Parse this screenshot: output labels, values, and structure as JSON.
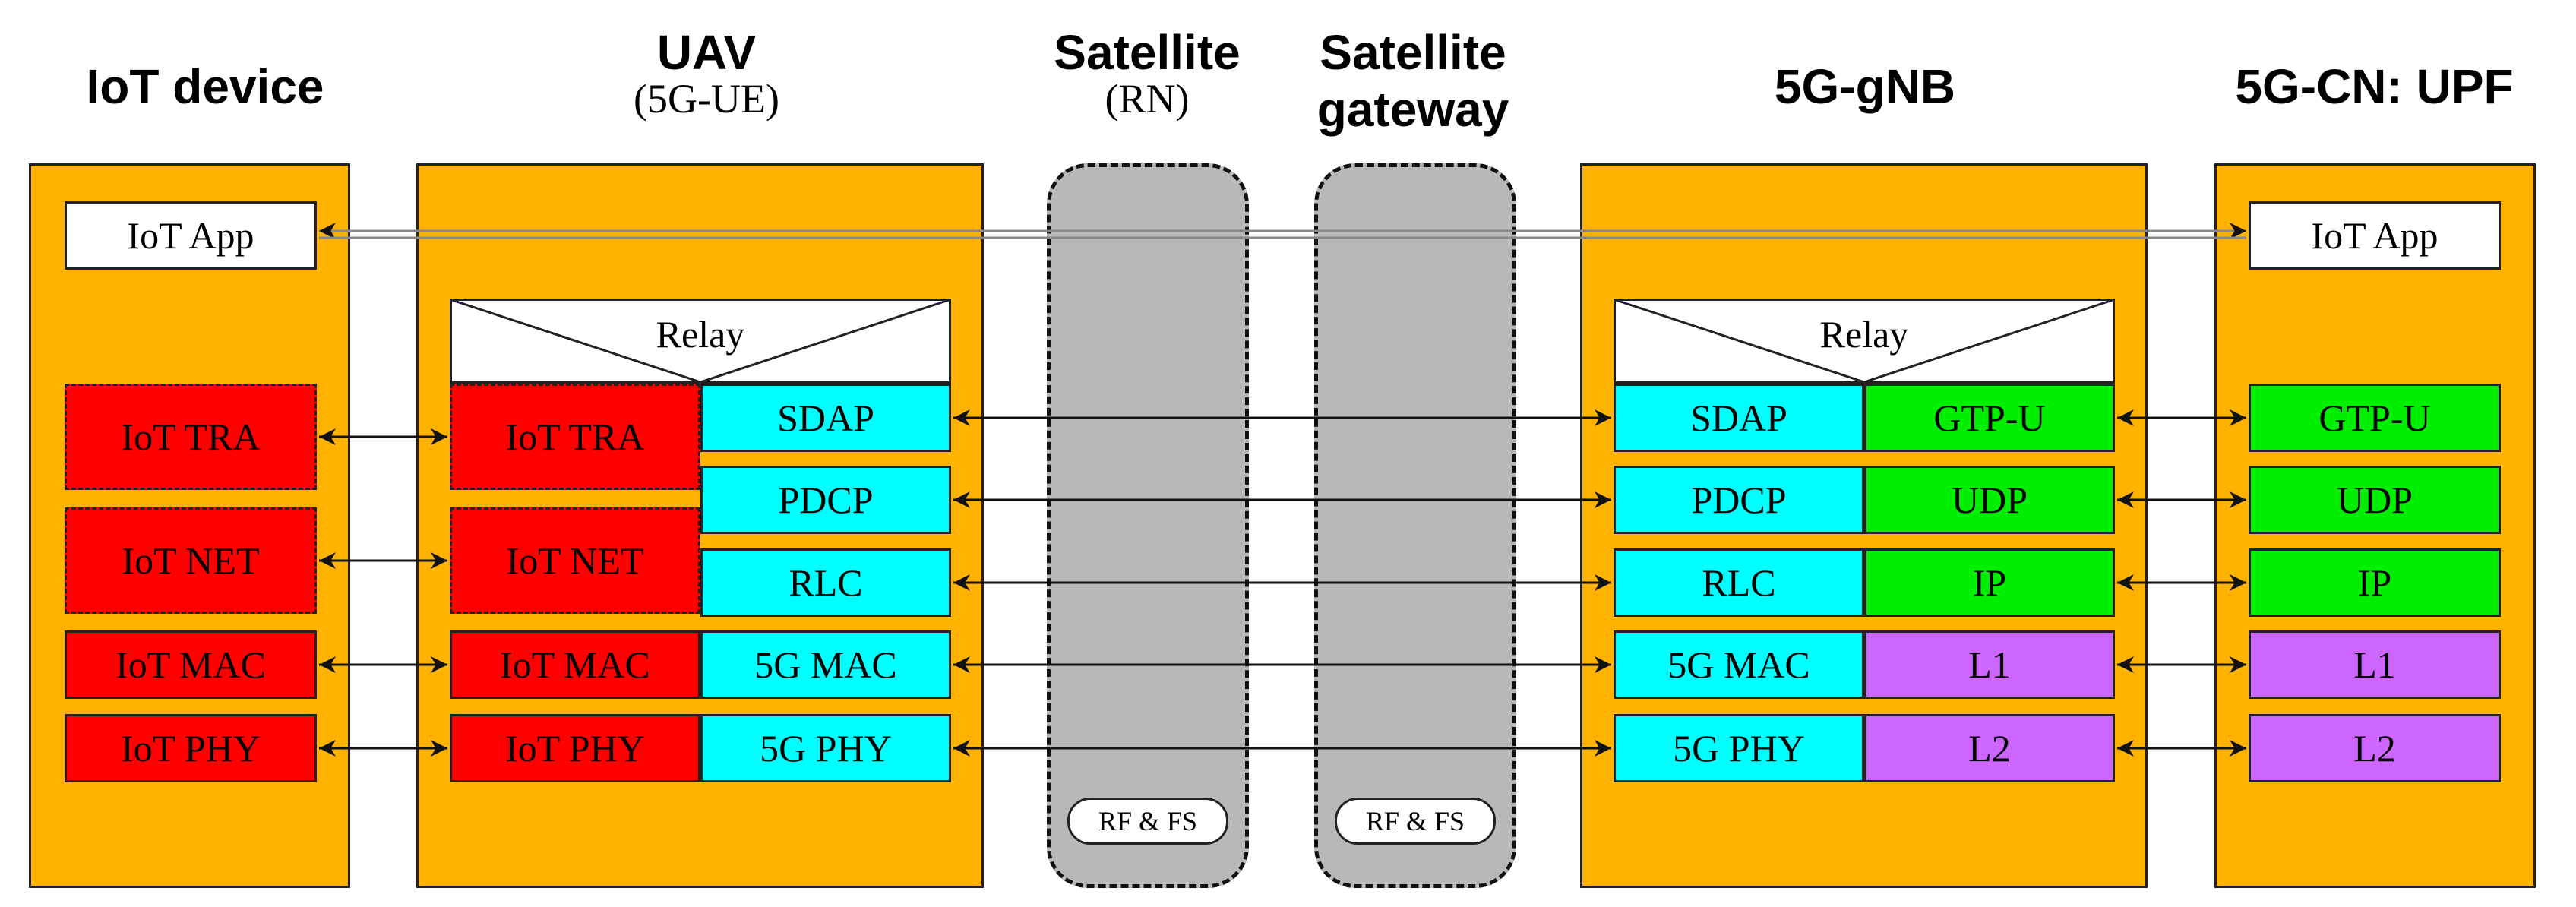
{
  "titles": {
    "iot_device": "IoT device",
    "uav": "UAV",
    "uav_sub": "(5G-UE)",
    "satellite": "Satellite",
    "satellite_sub": "(RN)",
    "sat_gw_line1": "Satellite",
    "sat_gw_line2": "gateway",
    "gnb": "5G-gNB",
    "cn": "5G-CN: UPF"
  },
  "iot_device": {
    "app": "IoT App",
    "tra": "IoT TRA",
    "net": "IoT NET",
    "mac": "IoT MAC",
    "phy": "IoT PHY"
  },
  "uav": {
    "relay": "Relay",
    "tra": "IoT TRA",
    "net": "IoT NET",
    "mac": "IoT MAC",
    "phy": "IoT PHY",
    "sdap": "SDAP",
    "pdcp": "PDCP",
    "rlc": "RLC",
    "mac5g": "5G MAC",
    "phy5g": "5G PHY"
  },
  "satellite": {
    "rf": "RF & FS"
  },
  "sat_gateway": {
    "rf": "RF & FS"
  },
  "gnb": {
    "relay": "Relay",
    "sdap": "SDAP",
    "pdcp": "PDCP",
    "rlc": "RLC",
    "mac5g": "5G MAC",
    "phy5g": "5G PHY",
    "gtpu": "GTP-U",
    "udp": "UDP",
    "ip": "IP",
    "l1": "L1",
    "l2": "L2"
  },
  "cn": {
    "app": "IoT App",
    "gtpu": "GTP-U",
    "udp": "UDP",
    "ip": "IP",
    "l1": "L1",
    "l2": "L2"
  },
  "colors": {
    "column": "#FFB300",
    "iot_layer": "#FF0000",
    "nr_layer": "#00FFFF",
    "core_layer": "#00EE00",
    "l_layer": "#CC66FF",
    "satellite": "#B8B8B8"
  }
}
